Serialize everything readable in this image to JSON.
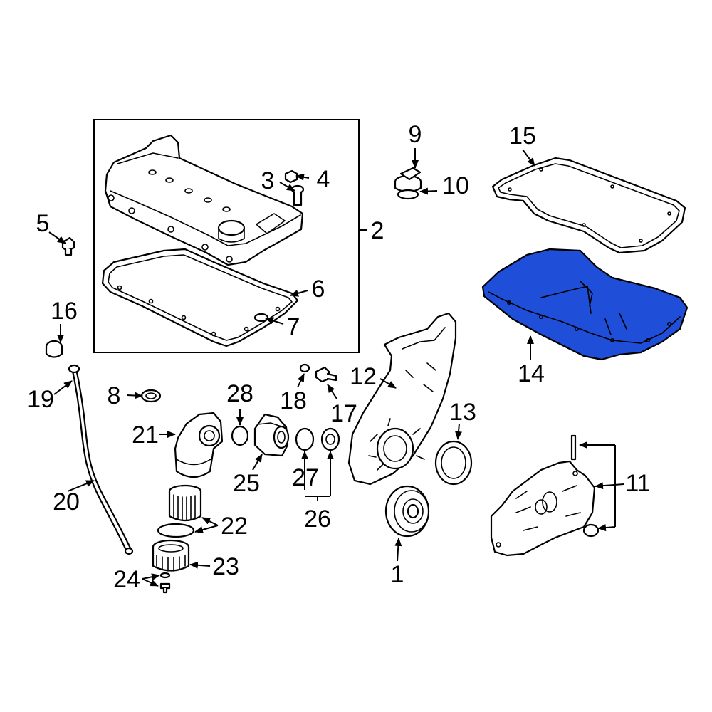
{
  "colors": {
    "highlight": "#1f4ed8",
    "line": "#000000",
    "background": "#ffffff"
  },
  "callouts": {
    "c1": "1",
    "c2": "2",
    "c3": "3",
    "c4": "4",
    "c5": "5",
    "c6": "6",
    "c7": "7",
    "c8": "8",
    "c9": "9",
    "c10": "10",
    "c11": "11",
    "c12": "12",
    "c13": "13",
    "c14": "14",
    "c15": "15",
    "c16": "16",
    "c17": "17",
    "c18": "18",
    "c19": "19",
    "c20": "20",
    "c21": "21",
    "c22": "22",
    "c23": "23",
    "c24": "24",
    "c25": "25",
    "c26": "26",
    "c27": "27",
    "c28": "28"
  },
  "highlighted_part": "14"
}
